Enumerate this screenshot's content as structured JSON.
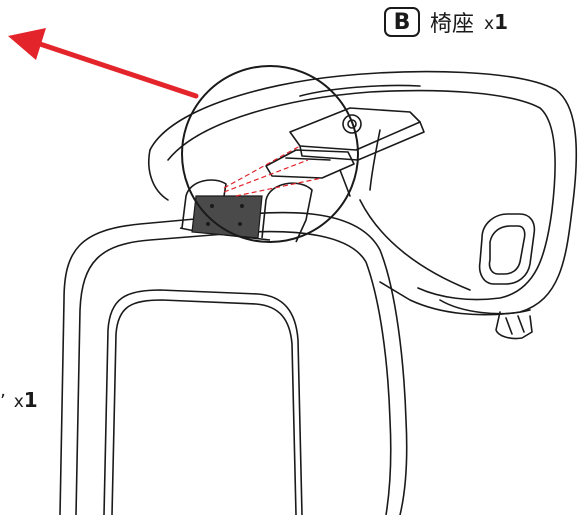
{
  "part_b": {
    "badge": "B",
    "name": "椅座",
    "qty_prefix": "x",
    "qty_value": "1"
  },
  "part_left": {
    "glyph": "ʼ",
    "qty_prefix": "x",
    "qty_value": "1"
  },
  "colors": {
    "arrow": "#e3242b",
    "outline": "#1a1a1a",
    "guide": "#e3242b",
    "pad": "#4a4a4a"
  },
  "icons": [
    "direction-arrow-icon",
    "magnify-circle-icon"
  ]
}
